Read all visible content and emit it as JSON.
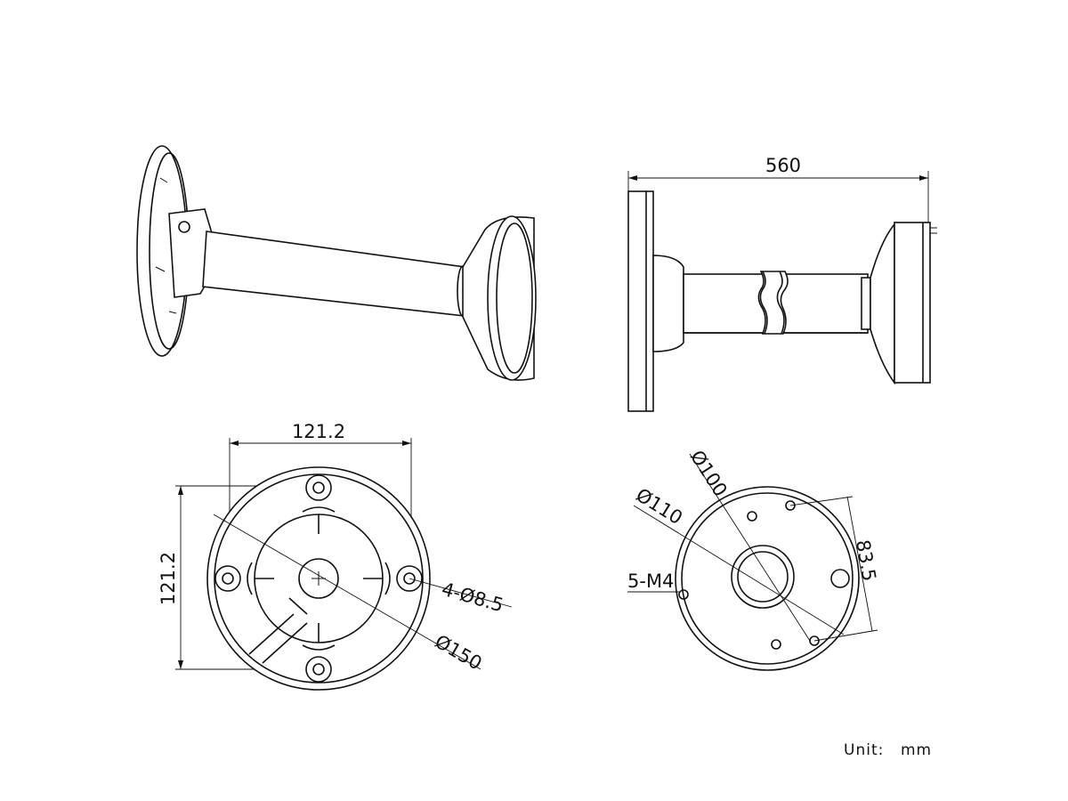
{
  "title": "Wall mount bracket dimension drawing",
  "dimensions": {
    "total_length": "560",
    "base_width": "121.2",
    "base_height": "121.2",
    "base_holes": "4-Ø8.5",
    "base_diameter": "Ø150",
    "head_inner_diameter": "Ø100",
    "head_outer_diameter": "Ø110",
    "head_screws": "5-M4",
    "head_hole_spacing": "83.5"
  },
  "unit_label": "Unit:",
  "unit_value": "mm"
}
